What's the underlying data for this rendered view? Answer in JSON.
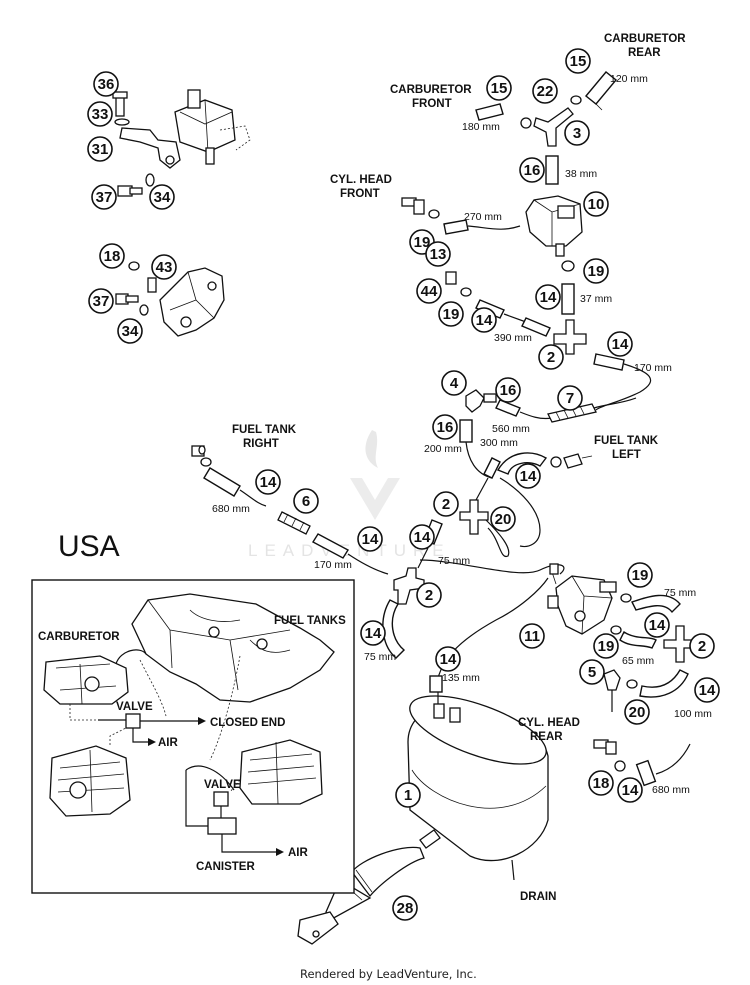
{
  "region_label": "USA",
  "watermark": "LEADVENTURE",
  "footer": "Rendered by LeadVenture, Inc.",
  "labels": {
    "carb_rear": [
      "CARBURETOR",
      "REAR"
    ],
    "carb_front": [
      "CARBURETOR",
      "FRONT"
    ],
    "cyl_head_front": [
      "CYL. HEAD",
      "FRONT"
    ],
    "fuel_tank_right": [
      "FUEL TANK",
      "RIGHT"
    ],
    "fuel_tank_left": [
      "FUEL TANK",
      "LEFT"
    ],
    "cyl_head_rear": [
      "CYL. HEAD",
      "REAR"
    ],
    "drain": "DRAIN"
  },
  "dimensions": {
    "d120": "120 mm",
    "d180": "180 mm",
    "d38": "38 mm",
    "d270": "270 mm",
    "d37": "37 mm",
    "d390": "390 mm",
    "d170a": "170 mm",
    "d560": "560 mm",
    "d300": "300 mm",
    "d200": "200 mm",
    "d680a": "680 mm",
    "d170b": "170 mm",
    "d75a": "75 mm",
    "d75b": "75 mm",
    "d135": "135 mm",
    "d75c": "75 mm",
    "d65": "65 mm",
    "d100": "100 mm",
    "d680b": "680 mm"
  },
  "inset": {
    "fuel_tanks": "FUEL TANKS",
    "carburetor": "CARBURETOR",
    "valve_top": "VALVE",
    "air_top": "AIR",
    "closed_end": "CLOSED END",
    "valve_bottom": "VALVE",
    "canister": "CANISTER",
    "air_bottom": "AIR"
  },
  "callouts": {
    "c36": "36",
    "c33": "33",
    "c31": "31",
    "c37a": "37",
    "c34a": "34",
    "c18a": "18",
    "c43": "43",
    "c37b": "37",
    "c34b": "34",
    "c15a": "15",
    "c15b": "15",
    "c22": "22",
    "c3": "3",
    "c16a": "16",
    "c10": "10",
    "c19a": "19",
    "c13": "13",
    "c19b": "19",
    "c44": "44",
    "c19c": "19",
    "c14a": "14",
    "c14b": "14",
    "c2a": "2",
    "c14c": "14",
    "c4": "4",
    "c16b": "16",
    "c7": "7",
    "c16c": "16",
    "c14d": "14",
    "c14e": "14",
    "c6": "6",
    "c2b": "2",
    "c20a": "20",
    "c14f": "14",
    "c14g": "14",
    "c2c": "2",
    "c14h": "14",
    "c14i": "14",
    "c19d": "19",
    "c11": "11",
    "c19e": "19",
    "c14j": "14",
    "c2d": "2",
    "c5": "5",
    "c20b": "20",
    "c14k": "14",
    "c18b": "18",
    "c14l": "14",
    "c1": "1",
    "c28": "28"
  }
}
